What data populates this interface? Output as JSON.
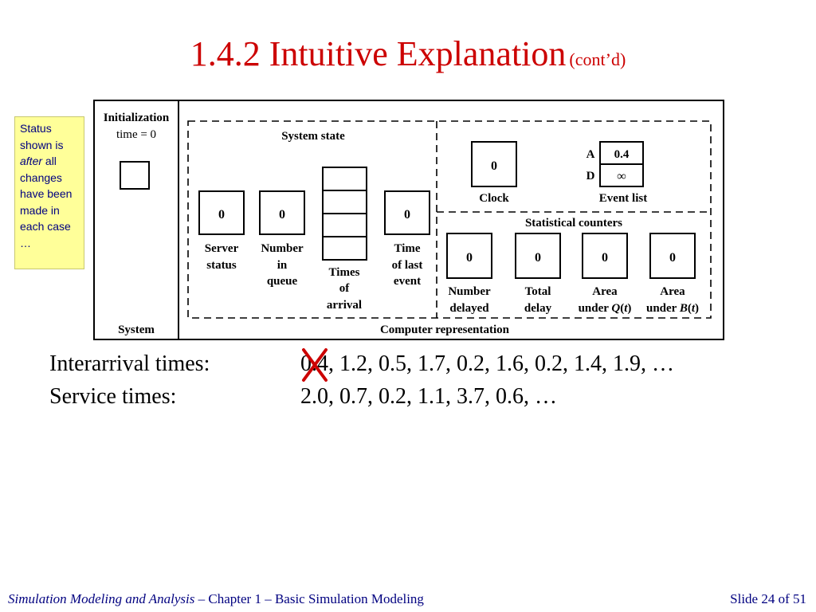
{
  "slide": {
    "title": "1.4.2  Intuitive Explanation",
    "title_suffix": "(cont’d)"
  },
  "note": {
    "line1": "Status shown is",
    "em": "after",
    "line2": "all changes have been made in each case …"
  },
  "diagram": {
    "system_label": "System",
    "init_label_1": "Initialization",
    "init_label_2": "time = 0",
    "computer_rep_label": "Computer representation",
    "system_state_label": "System state",
    "server_status": {
      "value": "0",
      "label1": "Server",
      "label2": "status"
    },
    "number_in_queue": {
      "value": "0",
      "label1": "Number",
      "label2": "in",
      "label3": "queue"
    },
    "times_of_arrival": {
      "label1": "Times",
      "label2": "of",
      "label3": "arrival"
    },
    "time_of_last_event": {
      "value": "0",
      "label1": "Time",
      "label2": "of last",
      "label3": "event"
    },
    "clock": {
      "value": "0",
      "label": "Clock"
    },
    "event_list": {
      "a_label": "A",
      "a_value": "0.4",
      "d_label": "D",
      "d_value": "∞",
      "label": "Event list"
    },
    "statistical_counters_label": "Statistical counters",
    "number_delayed": {
      "value": "0",
      "label1": "Number",
      "label2": "delayed"
    },
    "total_delay": {
      "value": "0",
      "label1": "Total",
      "label2": "delay"
    },
    "area_q": {
      "value": "0",
      "label1": "Area",
      "label2": "under ",
      "italic": "Q",
      "paren": "(",
      "t": "t",
      "close": ")"
    },
    "area_b": {
      "value": "0",
      "label1": "Area",
      "label2": "under ",
      "italic": "B",
      "paren": "(",
      "t": "t",
      "close": ")"
    }
  },
  "body": {
    "interarrival_label": "Interarrival times:",
    "interarrival_values": "0.4, 1.2, 0.5, 1.7, 0.2, 1.6, 0.2, 1.4, 1.9, …",
    "service_label": "Service times:",
    "service_values": "2.0, 0.7, 0.2, 1.1, 3.7, 0.6, …"
  },
  "colors": {
    "title": "#cc0000",
    "cross": "#cc0000",
    "footer": "#000080",
    "note_bg": "#ffff99"
  },
  "footer": {
    "book": "Simulation Modeling and Analysis",
    "chapter": " – Chapter 1 –  Basic Simulation Modeling",
    "slide": "Slide 24 of 51"
  }
}
